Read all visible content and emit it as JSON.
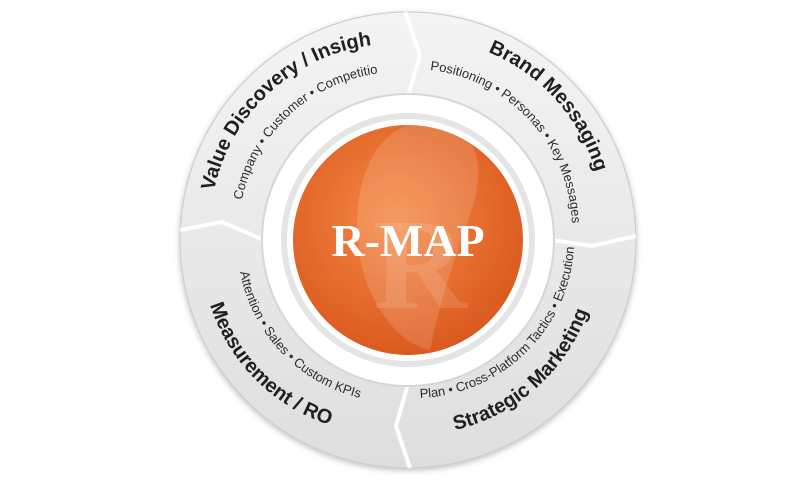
{
  "center": {
    "title": "R-MAP",
    "logo_letter": "R"
  },
  "segments": [
    {
      "id": "value-discovery",
      "title": "Value Discovery / Insights",
      "subtitle": "Company • Customer • Competition"
    },
    {
      "id": "brand-messaging",
      "title": "Brand Messaging",
      "subtitle": "Positioning • Personas • Key Messages"
    },
    {
      "id": "strategic-marketing",
      "title": "Strategic Marketing",
      "subtitle": "Plan • Cross-Platform Tactics • Execution"
    },
    {
      "id": "measurement-roi",
      "title": "Measurement / ROI",
      "subtitle": "Attention • Sales • Custom KPIs"
    }
  ],
  "colors": {
    "center": "#e8692b",
    "center_dark": "#c4501a",
    "ring": "#e9e9e9",
    "ring_shadow": "#bdbdbd",
    "inner_ring": "#ffffff"
  }
}
